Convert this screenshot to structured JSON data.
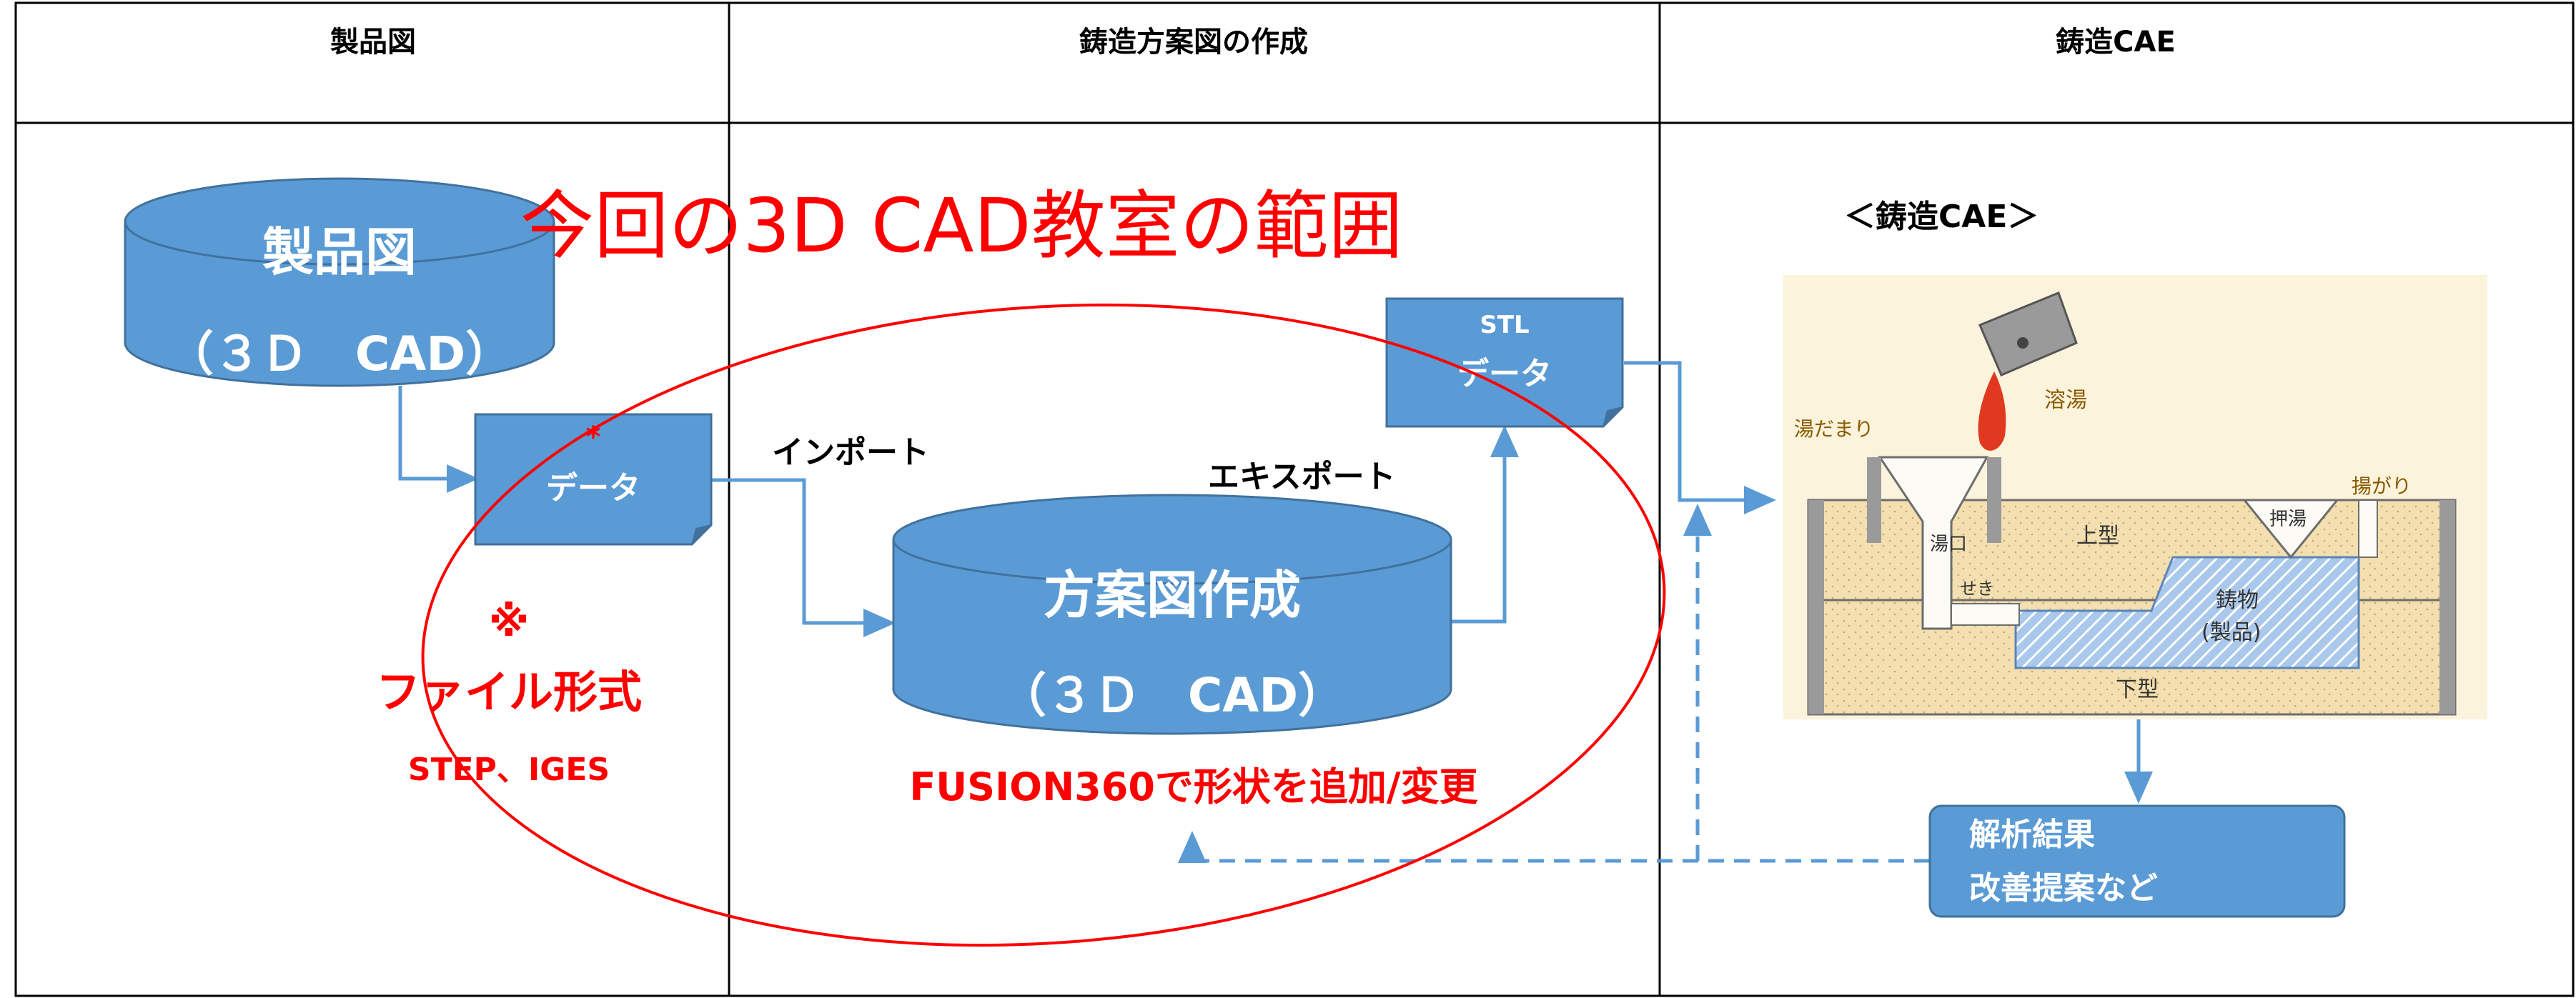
{
  "columns": {
    "col1_header": "製品図",
    "col2_header": "鋳造方案図の作成",
    "col3_header": "鋳造CAE"
  },
  "scope_title": "今回の3D CAD教室の範囲",
  "product_db": {
    "line1": "製品図",
    "line2": "（３Ｄ　CAD）"
  },
  "data_doc": {
    "asterisk": "*",
    "label": "データ"
  },
  "import_label": "インポート",
  "export_label": "エキスポート",
  "plan_db": {
    "line1": "方案図作成",
    "line2": "（３Ｄ　CAD）"
  },
  "stl_doc": {
    "line1": "STL",
    "line2": "データ"
  },
  "note": {
    "mark": "※",
    "line1": "ファイル形式",
    "line2": "STEP、IGES"
  },
  "fusion_note": "FUSION360で形状を追加/変更",
  "cae_title": "＜鋳造CAE＞",
  "casting_image": {
    "label_pour": "溶湯",
    "label_pool": "湯だまり",
    "label_riser": "揚がり",
    "label_sprue": "湯口",
    "label_gate": "せき",
    "label_upper": "上型",
    "label_feeder": "押湯",
    "label_casting": "鋳物",
    "label_product": "(製品)",
    "label_lower": "下型"
  },
  "result_box": {
    "line1": "解析結果",
    "line2": "改善提案など"
  },
  "colors": {
    "box_fill": "#5b9bd5",
    "box_stroke": "#41719c",
    "connector": "#5b9bd5",
    "accent_red": "#ff0000"
  }
}
